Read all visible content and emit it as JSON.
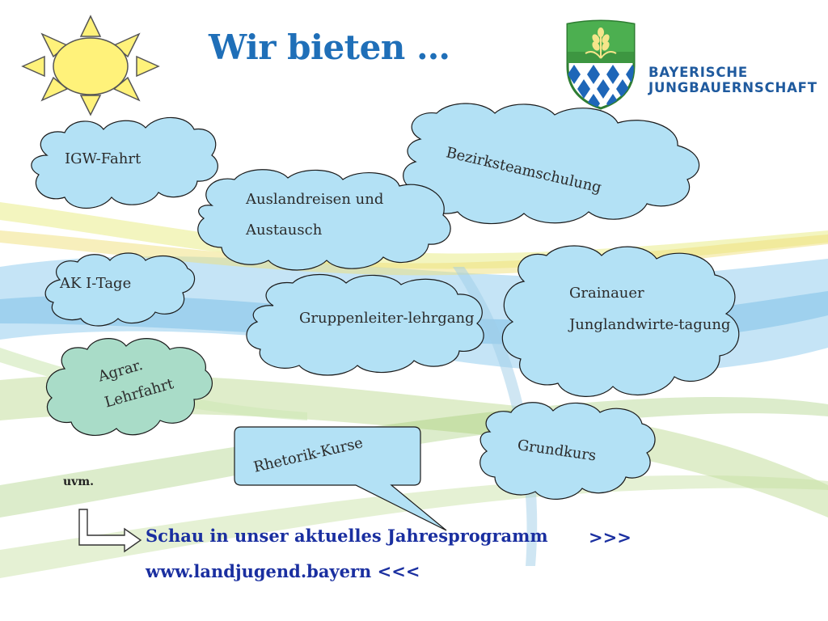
{
  "slide": {
    "title": "Wir bieten …",
    "org_name_line1": "BAYERISCHE",
    "org_name_line2": "JUNGBAUERNSCHAFT",
    "clouds": {
      "igw": "IGW-Fahrt",
      "bezirk": "Bezirksteamschulung",
      "ausland_line1": "Auslandreisen und",
      "ausland_line2": "Austausch",
      "ak": "AK I-Tage",
      "gruppen": "Gruppenleiter-lehrgang",
      "grainau_line1": "Grainauer",
      "grainau_line2": "Junglandwirte-tagung",
      "agrar_line1": "Agrar.",
      "agrar_line2": "Lehrfahrt",
      "grund": "Grundkurs"
    },
    "callout": "Rhetorik-Kurse",
    "uvm": "uvm.",
    "cta_line1": "Schau in unser aktuelles Jahresprogramm",
    "cta_arrows": ">>>",
    "cta_line2": "www.landjugend.bayern <<<"
  },
  "colors": {
    "title": "#1f6fb8",
    "cloud_fill": "#b3e1f5",
    "cloud_fill_green": "#a9dcc8",
    "cloud_stroke": "#1a1a1a",
    "sun": "#fff27a",
    "cta": "#1a2fa0",
    "org_name": "#1f5a9e"
  },
  "icons": [
    "sun-icon",
    "crest-logo-icon",
    "bent-arrow-icon"
  ]
}
